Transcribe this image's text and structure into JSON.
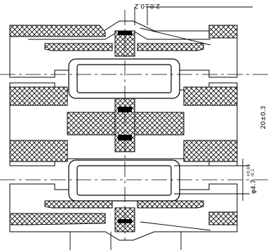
{
  "drawing": {
    "dimension_top": "2.0±0.2",
    "dimension_right_diameter": "φ4.7",
    "dimension_right_diameter_tol_upper": "+0.05",
    "dimension_right_diameter_tol_lower": "-0.1",
    "dimension_right_cut": "20±0.3",
    "colors": {
      "line": "#000000",
      "background": "#ffffff"
    }
  }
}
